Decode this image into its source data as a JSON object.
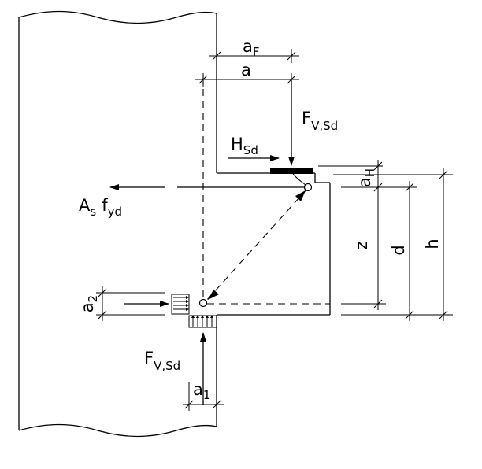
{
  "labels": {
    "aF": {
      "main": "a",
      "sub": "F"
    },
    "a": {
      "main": "a",
      "sub": ""
    },
    "FV_top": {
      "main": "F",
      "sub": "V,Sd"
    },
    "HSd": {
      "main": "H",
      "sub": "Sd"
    },
    "aH": {
      "main": "a",
      "sub": "H"
    },
    "As": {
      "main": "A",
      "sub": "s"
    },
    "fyd": {
      "main": "f",
      "sub": "yd"
    },
    "z": {
      "main": "z",
      "sub": ""
    },
    "d": {
      "main": "d",
      "sub": ""
    },
    "h": {
      "main": "h",
      "sub": ""
    },
    "a2": {
      "main": "a",
      "sub": "2"
    },
    "FV_bottom": {
      "main": "F",
      "sub": "V,Sd"
    },
    "a1": {
      "main": "a",
      "sub": "1"
    }
  }
}
